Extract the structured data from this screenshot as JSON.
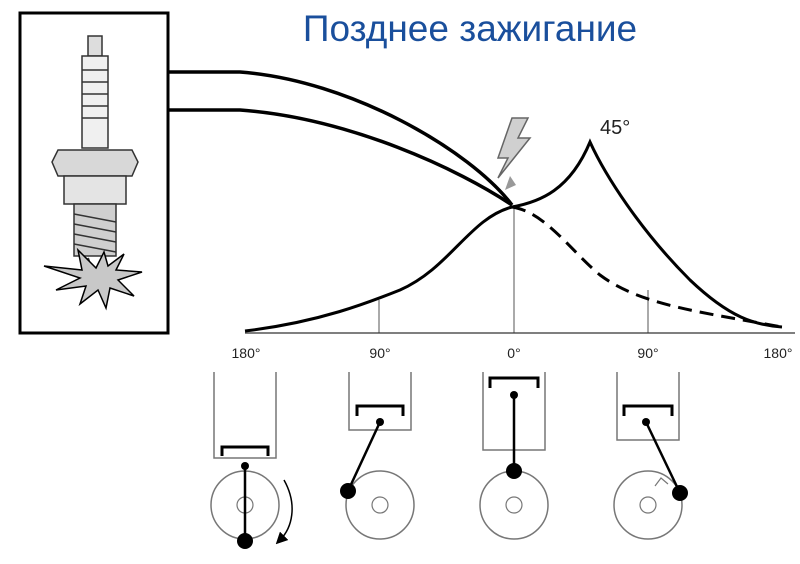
{
  "title": "Позднее зажигание",
  "peak_label": "45°",
  "axis_ticks": [
    "180°",
    "90°",
    "0°",
    "90°",
    "180°"
  ],
  "colors": {
    "title": "#1a4f9c",
    "stroke": "#000000",
    "thin": "#555555"
  },
  "icons": [
    "spark-plug-icon",
    "lightning-bolt-icon",
    "rotation-arrow-icon"
  ]
}
